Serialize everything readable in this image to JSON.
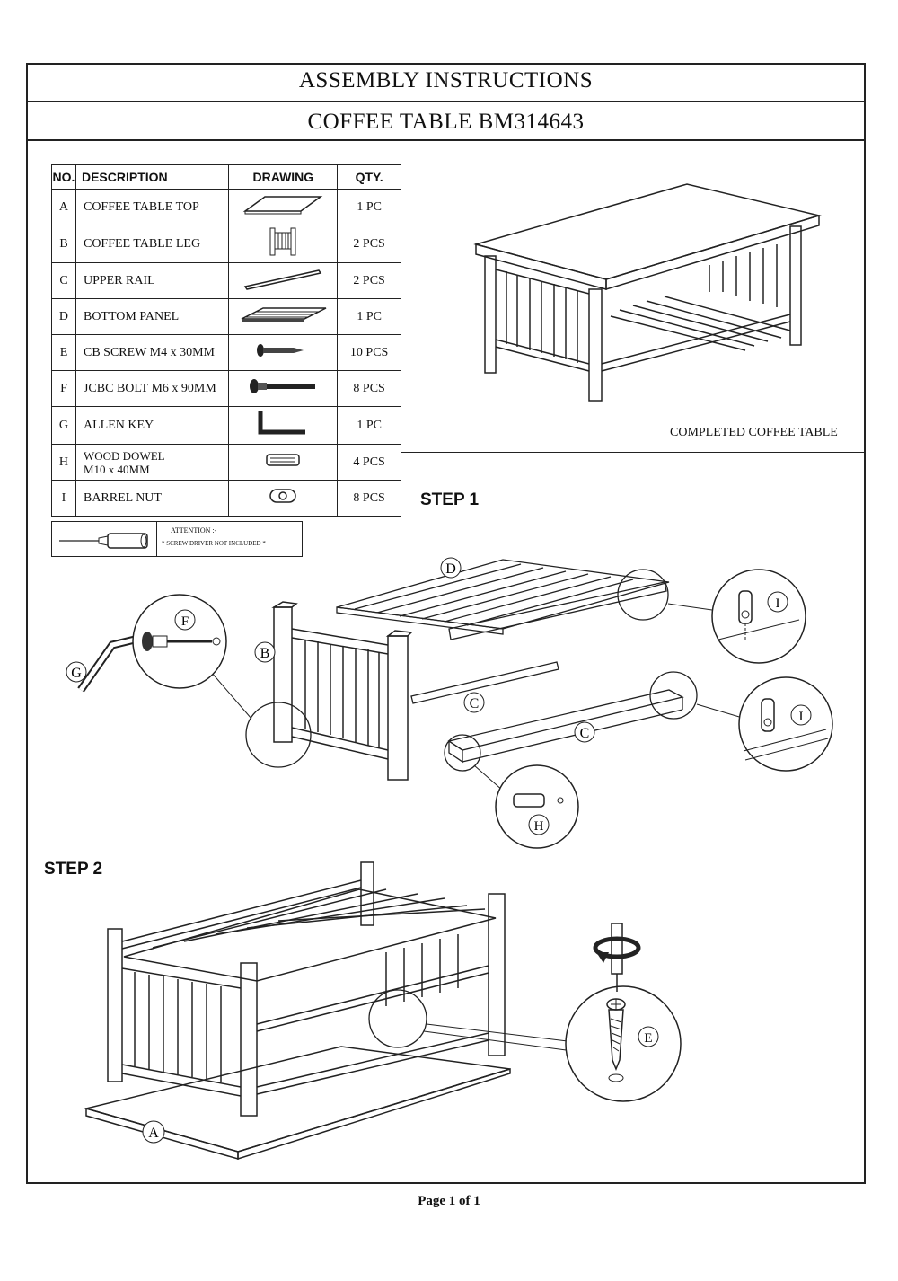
{
  "header": {
    "title": "ASSEMBLY INSTRUCTIONS",
    "subtitle": "COFFEE TABLE BM314643"
  },
  "parts_table": {
    "columns": [
      "NO.",
      "DESCRIPTION",
      "DRAWING",
      "QTY."
    ],
    "rows": [
      {
        "no": "A",
        "description": "COFFEE TABLE TOP",
        "drawing": "table-top-icon",
        "qty": "1 PC"
      },
      {
        "no": "B",
        "description": "COFFEE TABLE LEG",
        "drawing": "table-leg-icon",
        "qty": "2 PCS"
      },
      {
        "no": "C",
        "description": "UPPER RAIL",
        "drawing": "rail-icon",
        "qty": "2 PCS"
      },
      {
        "no": "D",
        "description": "BOTTOM PANEL",
        "drawing": "bottom-panel-icon",
        "qty": "1 PC"
      },
      {
        "no": "E",
        "description": "CB SCREW M4 x 30MM",
        "drawing": "screw-icon",
        "qty": "10 PCS"
      },
      {
        "no": "F",
        "description": "JCBC BOLT M6 x 90MM",
        "drawing": "bolt-icon",
        "qty": "8 PCS"
      },
      {
        "no": "G",
        "description": "ALLEN  KEY",
        "drawing": "allen-key-icon",
        "qty": "1 PC"
      },
      {
        "no": "H",
        "description": "WOOD DOWEL",
        "description2": "M10 x 40MM",
        "drawing": "dowel-icon",
        "qty": "4 PCS"
      },
      {
        "no": "I",
        "description": "BARREL NUT",
        "drawing": "barrel-nut-icon",
        "qty": "8 PCS"
      }
    ]
  },
  "attention": {
    "line1": "ATTENTION :-",
    "line2": "* SCREW DRIVER NOT INCLUDED *"
  },
  "completed_caption": "COMPLETED COFFEE TABLE",
  "steps": {
    "step1": "STEP 1",
    "step2": "STEP 2"
  },
  "callouts": {
    "A": "A",
    "B": "B",
    "C": "C",
    "D": "D",
    "E": "E",
    "F": "F",
    "G": "G",
    "H": "H",
    "I": "I"
  },
  "footer": "Page 1 of 1"
}
